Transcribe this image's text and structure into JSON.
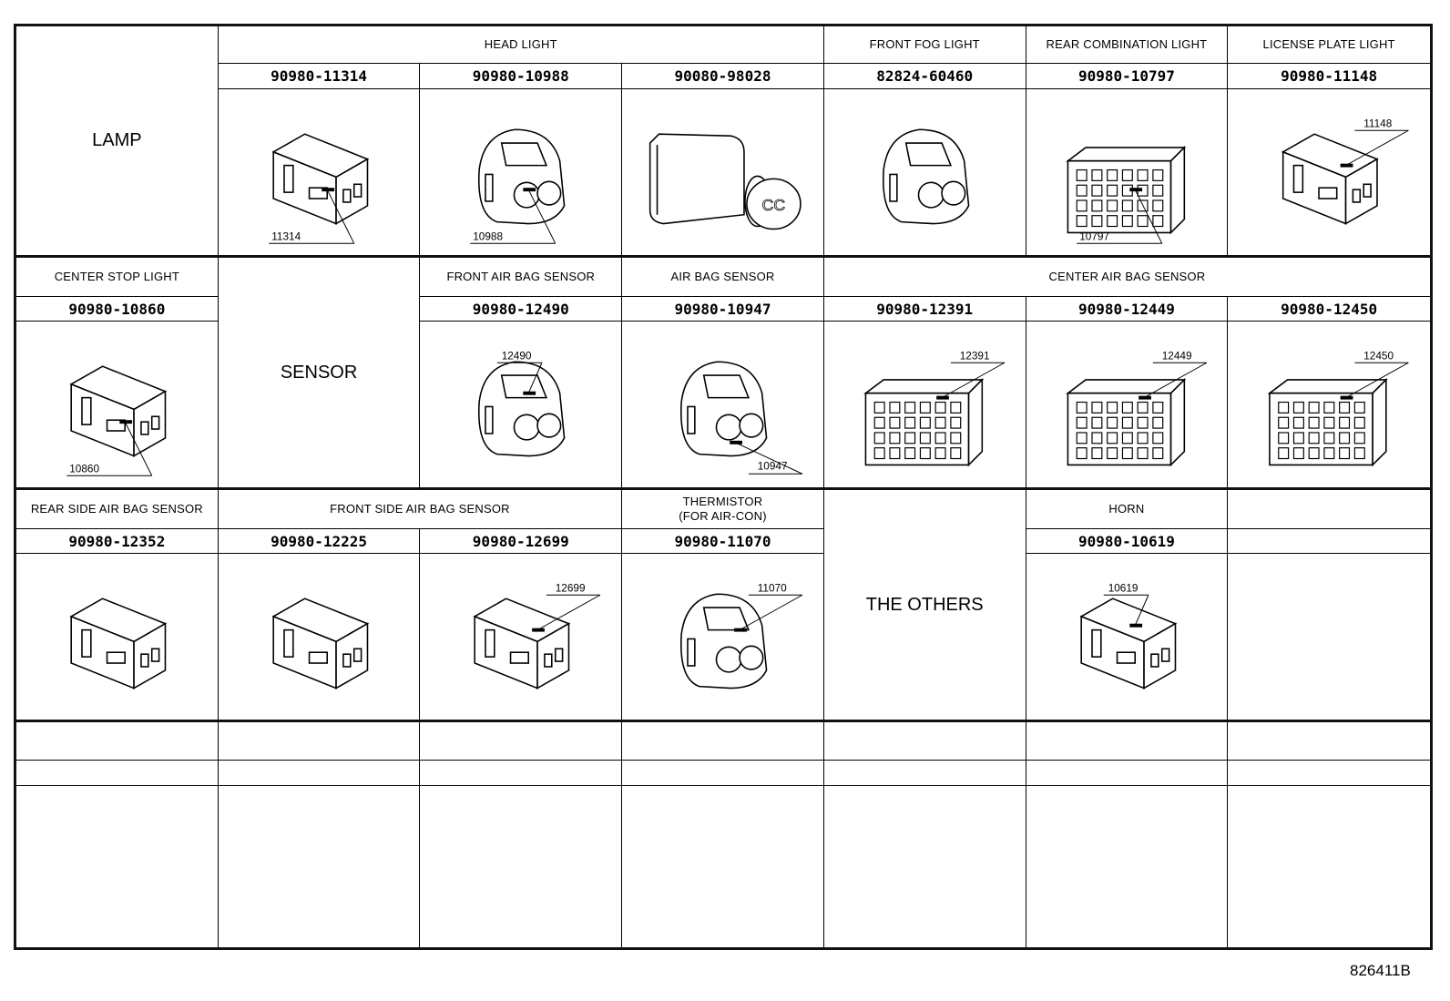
{
  "block1": {
    "category": "LAMP",
    "labels": [
      "HEAD LIGHT",
      "FRONT FOG LIGHT",
      "REAR COMBINATION LIGHT",
      "LICENSE PLATE LIGHT"
    ],
    "parts": [
      {
        "number": "90980-11314",
        "callout": "11314"
      },
      {
        "number": "90980-10988",
        "callout": "10988"
      },
      {
        "number": "90080-98028"
      },
      {
        "number": "82824-60460"
      },
      {
        "number": "90980-10797",
        "callout": "10797"
      },
      {
        "number": "90980-11148",
        "callout": "11148"
      }
    ]
  },
  "block2": {
    "category": "SENSOR",
    "labels": [
      "CENTER STOP LIGHT",
      "FRONT AIR BAG SENSOR",
      "AIR BAG SENSOR",
      "CENTER AIR BAG SENSOR"
    ],
    "parts": [
      {
        "number": "90980-10860",
        "callout": "10860"
      },
      {
        "number": "90980-12490",
        "callout": "12490"
      },
      {
        "number": "90980-10947",
        "callout": "10947"
      },
      {
        "number": "90980-12391",
        "callout": "12391"
      },
      {
        "number": "90980-12449",
        "callout": "12449"
      },
      {
        "number": "90980-12450",
        "callout": "12450"
      }
    ]
  },
  "block3": {
    "category": "THE OTHERS",
    "labels": [
      "REAR SIDE AIR BAG SENSOR",
      "FRONT SIDE AIR BAG SENSOR",
      "THERMISTOR",
      "(FOR AIR-CON)",
      "HORN"
    ],
    "parts": [
      {
        "number": "90980-12352"
      },
      {
        "number": "90980-12225"
      },
      {
        "number": "90980-12699",
        "callout": "12699"
      },
      {
        "number": "90980-11070",
        "callout": "11070"
      },
      {
        "number": "90980-10619",
        "callout": "10619"
      }
    ]
  },
  "drawing_code": "826411B"
}
